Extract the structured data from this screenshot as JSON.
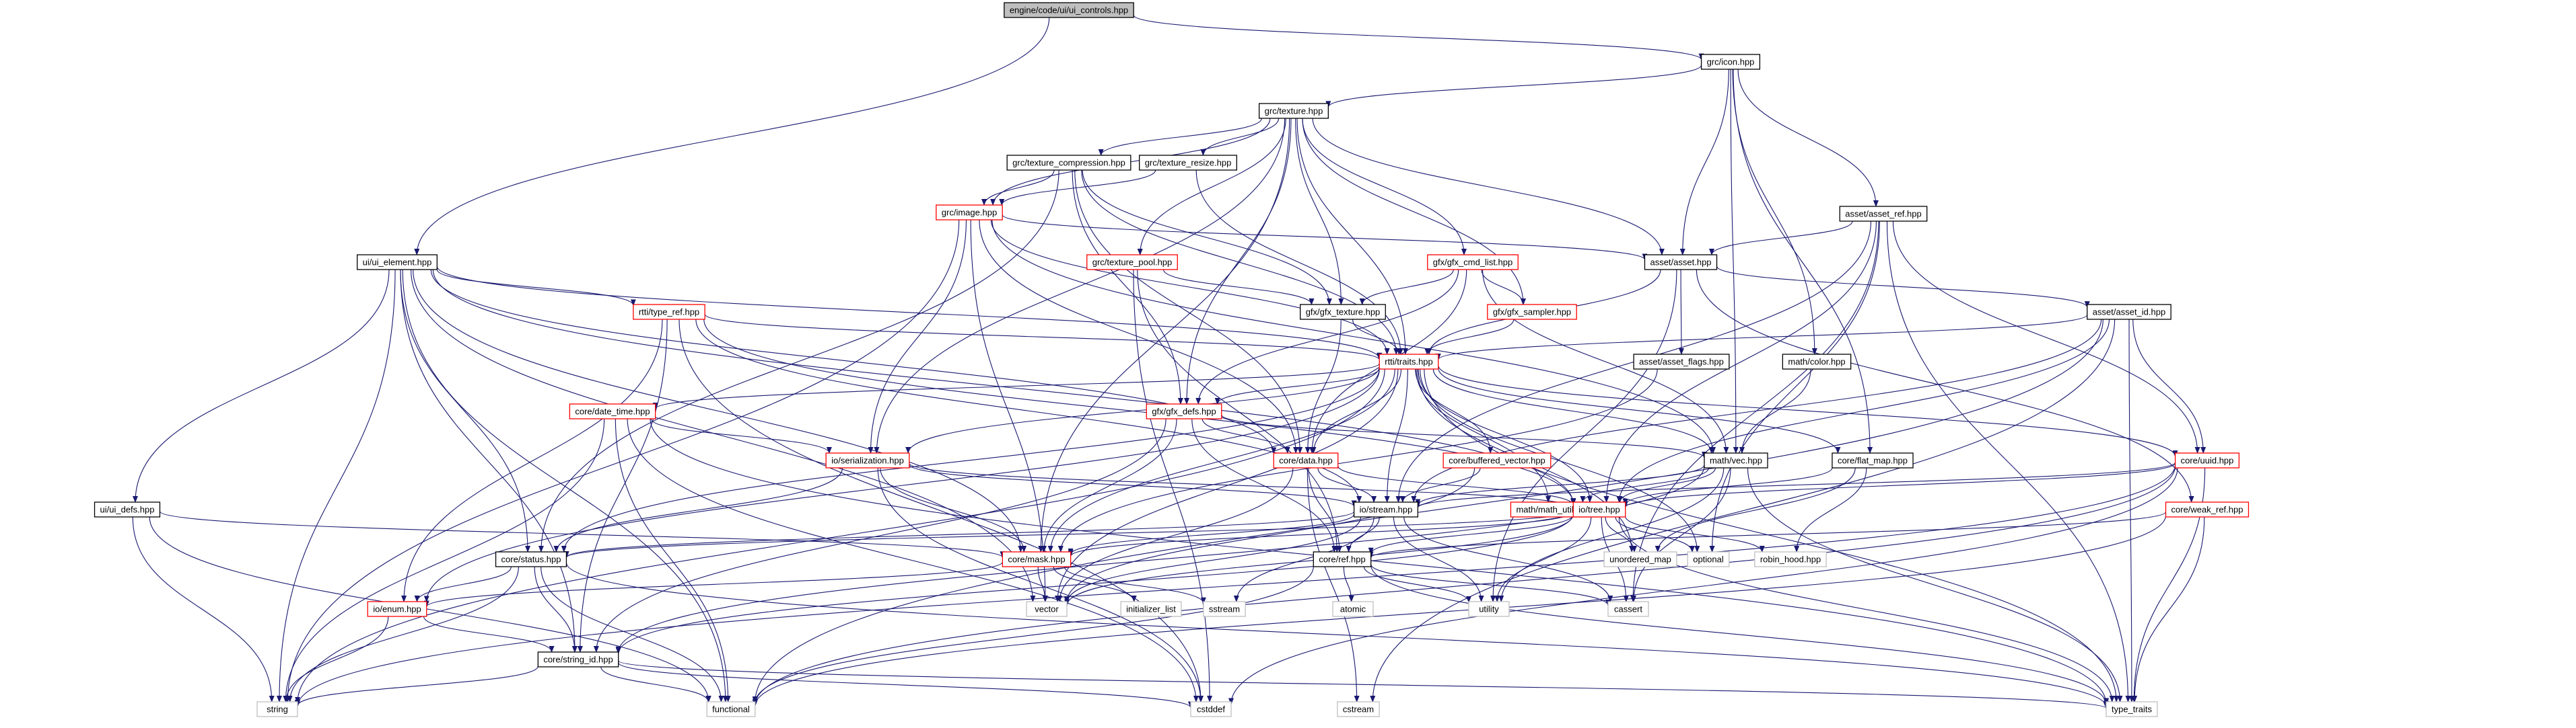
{
  "nodes": [
    {
      "id": "root",
      "label": "engine/code/ui/ui_controls.hpp",
      "kind": "root"
    },
    {
      "id": "icon",
      "label": "grc/icon.hpp",
      "kind": "normal"
    },
    {
      "id": "ui_element",
      "label": "ui/ui_element.hpp",
      "kind": "normal"
    },
    {
      "id": "texture",
      "label": "grc/texture.hpp",
      "kind": "normal"
    },
    {
      "id": "texture_compression",
      "label": "grc/texture_compression.hpp",
      "kind": "normal"
    },
    {
      "id": "texture_resize",
      "label": "grc/texture_resize.hpp",
      "kind": "normal"
    },
    {
      "id": "image",
      "label": "grc/image.hpp",
      "kind": "hl"
    },
    {
      "id": "asset_ref",
      "label": "asset/asset_ref.hpp",
      "kind": "normal"
    },
    {
      "id": "asset",
      "label": "asset/asset.hpp",
      "kind": "normal"
    },
    {
      "id": "texture_pool",
      "label": "grc/texture_pool.hpp",
      "kind": "hl"
    },
    {
      "id": "gfx_cmd_list",
      "label": "gfx/gfx_cmd_list.hpp",
      "kind": "hl"
    },
    {
      "id": "type_ref",
      "label": "rtti/type_ref.hpp",
      "kind": "hl"
    },
    {
      "id": "gfx_texture",
      "label": "gfx/gfx_texture.hpp",
      "kind": "normal"
    },
    {
      "id": "gfx_sampler",
      "label": "gfx/gfx_sampler.hpp",
      "kind": "hl"
    },
    {
      "id": "asset_id",
      "label": "asset/asset_id.hpp",
      "kind": "normal"
    },
    {
      "id": "traits",
      "label": "rtti/traits.hpp",
      "kind": "hl"
    },
    {
      "id": "asset_flags",
      "label": "asset/asset_flags.hpp",
      "kind": "normal"
    },
    {
      "id": "color",
      "label": "math/color.hpp",
      "kind": "normal"
    },
    {
      "id": "date_time",
      "label": "core/date_time.hpp",
      "kind": "hl"
    },
    {
      "id": "gfx_defs",
      "label": "gfx/gfx_defs.hpp",
      "kind": "hl"
    },
    {
      "id": "data",
      "label": "core/data.hpp",
      "kind": "hl"
    },
    {
      "id": "buffered_vector",
      "label": "core/buffered_vector.hpp",
      "kind": "hl"
    },
    {
      "id": "vec",
      "label": "math/vec.hpp",
      "kind": "normal"
    },
    {
      "id": "flat_map",
      "label": "core/flat_map.hpp",
      "kind": "normal"
    },
    {
      "id": "uuid",
      "label": "core/uuid.hpp",
      "kind": "hl"
    },
    {
      "id": "serialization",
      "label": "io/serialization.hpp",
      "kind": "hl"
    },
    {
      "id": "ui_defs",
      "label": "ui/ui_defs.hpp",
      "kind": "normal"
    },
    {
      "id": "math_utils",
      "label": "math/math_utils.hpp",
      "kind": "hl"
    },
    {
      "id": "stream",
      "label": "io/stream.hpp",
      "kind": "normal"
    },
    {
      "id": "tree",
      "label": "io/tree.hpp",
      "kind": "hl"
    },
    {
      "id": "weak_ref",
      "label": "core/weak_ref.hpp",
      "kind": "hl"
    },
    {
      "id": "status",
      "label": "core/status.hpp",
      "kind": "normal"
    },
    {
      "id": "mask",
      "label": "core/mask.hpp",
      "kind": "hl"
    },
    {
      "id": "ref",
      "label": "core/ref.hpp",
      "kind": "normal"
    },
    {
      "id": "unordered_map",
      "label": "unordered_map",
      "kind": "ext"
    },
    {
      "id": "optional",
      "label": "optional",
      "kind": "ext"
    },
    {
      "id": "robin_hood",
      "label": "robin_hood.hpp",
      "kind": "ext"
    },
    {
      "id": "enum",
      "label": "io/enum.hpp",
      "kind": "hl"
    },
    {
      "id": "vector",
      "label": "vector",
      "kind": "ext"
    },
    {
      "id": "initializer_list",
      "label": "initializer_list",
      "kind": "ext"
    },
    {
      "id": "sstream",
      "label": "sstream",
      "kind": "ext"
    },
    {
      "id": "atomic",
      "label": "atomic",
      "kind": "ext"
    },
    {
      "id": "utility",
      "label": "utility",
      "kind": "ext"
    },
    {
      "id": "cassert",
      "label": "cassert",
      "kind": "ext"
    },
    {
      "id": "string_id",
      "label": "core/string_id.hpp",
      "kind": "normal"
    },
    {
      "id": "string",
      "label": "string",
      "kind": "ext"
    },
    {
      "id": "functional",
      "label": "functional",
      "kind": "ext"
    },
    {
      "id": "cstddef",
      "label": "cstddef",
      "kind": "ext"
    },
    {
      "id": "cstream",
      "label": "cstream",
      "kind": "ext"
    },
    {
      "id": "type_traits",
      "label": "type_traits",
      "kind": "ext"
    }
  ],
  "edges": [
    [
      "root",
      "icon"
    ],
    [
      "root",
      "ui_element"
    ],
    [
      "icon",
      "texture"
    ],
    [
      "icon",
      "asset"
    ],
    [
      "icon",
      "asset_ref"
    ],
    [
      "icon",
      "vec"
    ],
    [
      "icon",
      "color"
    ],
    [
      "icon",
      "flat_map"
    ],
    [
      "texture",
      "texture_compression"
    ],
    [
      "texture",
      "texture_resize"
    ],
    [
      "texture",
      "image"
    ],
    [
      "texture",
      "texture_pool"
    ],
    [
      "texture",
      "gfx_cmd_list"
    ],
    [
      "texture",
      "gfx_texture"
    ],
    [
      "texture",
      "gfx_sampler"
    ],
    [
      "texture",
      "gfx_defs"
    ],
    [
      "texture",
      "traits"
    ],
    [
      "texture",
      "asset"
    ],
    [
      "texture",
      "serialization"
    ],
    [
      "texture",
      "mask"
    ],
    [
      "texture_compression",
      "image"
    ],
    [
      "texture_compression",
      "gfx_texture"
    ],
    [
      "texture_compression",
      "gfx_defs"
    ],
    [
      "texture_compression",
      "status"
    ],
    [
      "texture_compression",
      "traits"
    ],
    [
      "texture_compression",
      "data"
    ],
    [
      "texture_resize",
      "image"
    ],
    [
      "texture_resize",
      "traits"
    ],
    [
      "image",
      "asset"
    ],
    [
      "image",
      "serialization"
    ],
    [
      "image",
      "data"
    ],
    [
      "image",
      "vector"
    ],
    [
      "image",
      "string"
    ],
    [
      "image",
      "traits"
    ],
    [
      "image",
      "vec"
    ],
    [
      "ui_element",
      "type_ref"
    ],
    [
      "ui_element",
      "traits"
    ],
    [
      "ui_element",
      "ui_defs"
    ],
    [
      "ui_element",
      "status"
    ],
    [
      "ui_element",
      "string"
    ],
    [
      "ui_element",
      "functional"
    ],
    [
      "ui_element",
      "string_id"
    ],
    [
      "ui_element",
      "mask"
    ],
    [
      "ui_element",
      "data"
    ],
    [
      "ui_element",
      "tree"
    ],
    [
      "ui_element",
      "vector"
    ],
    [
      "asset_ref",
      "asset"
    ],
    [
      "asset_ref",
      "uuid"
    ],
    [
      "asset_ref",
      "type_traits"
    ],
    [
      "asset_ref",
      "stream"
    ],
    [
      "asset_ref",
      "tree"
    ],
    [
      "asset_ref",
      "cassert"
    ],
    [
      "asset_ref",
      "optional"
    ],
    [
      "asset",
      "asset_id"
    ],
    [
      "asset",
      "asset_flags"
    ],
    [
      "asset",
      "traits"
    ],
    [
      "asset",
      "weak_ref"
    ],
    [
      "asset",
      "utility"
    ],
    [
      "texture_pool",
      "gfx_texture"
    ],
    [
      "texture_pool",
      "ref"
    ],
    [
      "texture_pool",
      "cstddef"
    ],
    [
      "gfx_cmd_list",
      "gfx_texture"
    ],
    [
      "gfx_cmd_list",
      "gfx_sampler"
    ],
    [
      "gfx_cmd_list",
      "gfx_defs"
    ],
    [
      "gfx_cmd_list",
      "vec"
    ],
    [
      "gfx_cmd_list",
      "data"
    ],
    [
      "gfx_texture",
      "traits"
    ],
    [
      "gfx_texture",
      "data"
    ],
    [
      "gfx_sampler",
      "traits"
    ],
    [
      "type_ref",
      "traits"
    ],
    [
      "type_ref",
      "string_id"
    ],
    [
      "type_ref",
      "enum"
    ],
    [
      "type_ref",
      "stream"
    ],
    [
      "type_ref",
      "tree"
    ],
    [
      "type_ref",
      "cstddef"
    ],
    [
      "asset_id",
      "traits"
    ],
    [
      "asset_id",
      "uuid"
    ],
    [
      "asset_id",
      "stream"
    ],
    [
      "asset_id",
      "tree"
    ],
    [
      "asset_id",
      "cstream"
    ],
    [
      "asset_id",
      "type_traits"
    ],
    [
      "asset_id",
      "functional"
    ],
    [
      "asset_flags",
      "mask"
    ],
    [
      "color",
      "vec"
    ],
    [
      "traits",
      "date_time"
    ],
    [
      "traits",
      "gfx_defs"
    ],
    [
      "traits",
      "data"
    ],
    [
      "traits",
      "buffered_vector"
    ],
    [
      "traits",
      "vec"
    ],
    [
      "traits",
      "flat_map"
    ],
    [
      "traits",
      "uuid"
    ],
    [
      "traits",
      "serialization"
    ],
    [
      "traits",
      "stream"
    ],
    [
      "traits",
      "tree"
    ],
    [
      "traits",
      "status"
    ],
    [
      "traits",
      "mask"
    ],
    [
      "traits",
      "enum"
    ],
    [
      "traits",
      "string"
    ],
    [
      "traits",
      "vector"
    ],
    [
      "traits",
      "unordered_map"
    ],
    [
      "traits",
      "optional"
    ],
    [
      "traits",
      "type_traits"
    ],
    [
      "traits",
      "math_utils"
    ],
    [
      "date_time",
      "serialization"
    ],
    [
      "date_time",
      "string"
    ],
    [
      "date_time",
      "cstddef"
    ],
    [
      "date_time",
      "type_traits"
    ],
    [
      "date_time",
      "functional"
    ],
    [
      "gfx_defs",
      "data"
    ],
    [
      "gfx_defs",
      "string_id"
    ],
    [
      "gfx_defs",
      "mask"
    ],
    [
      "gfx_defs",
      "ref"
    ],
    [
      "gfx_defs",
      "vec"
    ],
    [
      "data",
      "stream"
    ],
    [
      "data",
      "tree"
    ],
    [
      "data",
      "ref"
    ],
    [
      "data",
      "cstream"
    ],
    [
      "data",
      "vector"
    ],
    [
      "buffered_vector",
      "stream"
    ],
    [
      "buffered_vector",
      "vector"
    ],
    [
      "vec",
      "math_utils"
    ],
    [
      "vec",
      "stream"
    ],
    [
      "vec",
      "tree"
    ],
    [
      "vec",
      "cassert"
    ],
    [
      "vec",
      "utility"
    ],
    [
      "vec",
      "type_traits"
    ],
    [
      "vec",
      "string_id"
    ],
    [
      "flat_map",
      "tree"
    ],
    [
      "flat_map",
      "unordered_map"
    ],
    [
      "flat_map",
      "robin_hood"
    ],
    [
      "uuid",
      "stream"
    ],
    [
      "uuid",
      "tree"
    ],
    [
      "uuid",
      "string"
    ],
    [
      "uuid",
      "functional"
    ],
    [
      "uuid",
      "type_traits"
    ],
    [
      "uuid",
      "cstddef"
    ],
    [
      "serialization",
      "stream"
    ],
    [
      "serialization",
      "tree"
    ],
    [
      "serialization",
      "status"
    ],
    [
      "serialization",
      "mask"
    ],
    [
      "serialization",
      "cstddef"
    ],
    [
      "ui_defs",
      "mask"
    ],
    [
      "ui_defs",
      "string"
    ],
    [
      "ui_defs",
      "functional"
    ],
    [
      "stream",
      "status"
    ],
    [
      "stream",
      "mask"
    ],
    [
      "stream",
      "ref"
    ],
    [
      "stream",
      "vector"
    ],
    [
      "stream",
      "sstream"
    ],
    [
      "stream",
      "utility"
    ],
    [
      "stream",
      "cassert"
    ],
    [
      "tree",
      "status"
    ],
    [
      "tree",
      "mask"
    ],
    [
      "tree",
      "ref"
    ],
    [
      "tree",
      "unordered_map"
    ],
    [
      "tree",
      "optional"
    ],
    [
      "tree",
      "robin_hood"
    ],
    [
      "tree",
      "vector"
    ],
    [
      "tree",
      "utility"
    ],
    [
      "tree",
      "cassert"
    ],
    [
      "tree",
      "string_id"
    ],
    [
      "tree",
      "type_traits"
    ],
    [
      "weak_ref",
      "ref"
    ],
    [
      "weak_ref",
      "functional"
    ],
    [
      "weak_ref",
      "type_traits"
    ],
    [
      "status",
      "enum"
    ],
    [
      "status",
      "string_id"
    ],
    [
      "status",
      "string"
    ],
    [
      "status",
      "functional"
    ],
    [
      "status",
      "type_traits"
    ],
    [
      "mask",
      "enum"
    ],
    [
      "mask",
      "vector"
    ],
    [
      "mask",
      "initializer_list"
    ],
    [
      "mask",
      "sstream"
    ],
    [
      "ref",
      "atomic"
    ],
    [
      "ref",
      "utility"
    ],
    [
      "ref",
      "cassert"
    ],
    [
      "ref",
      "type_traits"
    ],
    [
      "ref",
      "functional"
    ],
    [
      "enum",
      "string_id"
    ],
    [
      "enum",
      "string"
    ],
    [
      "string_id",
      "string"
    ],
    [
      "string_id",
      "functional"
    ],
    [
      "string_id",
      "cstddef"
    ],
    [
      "string_id",
      "type_traits"
    ]
  ]
}
